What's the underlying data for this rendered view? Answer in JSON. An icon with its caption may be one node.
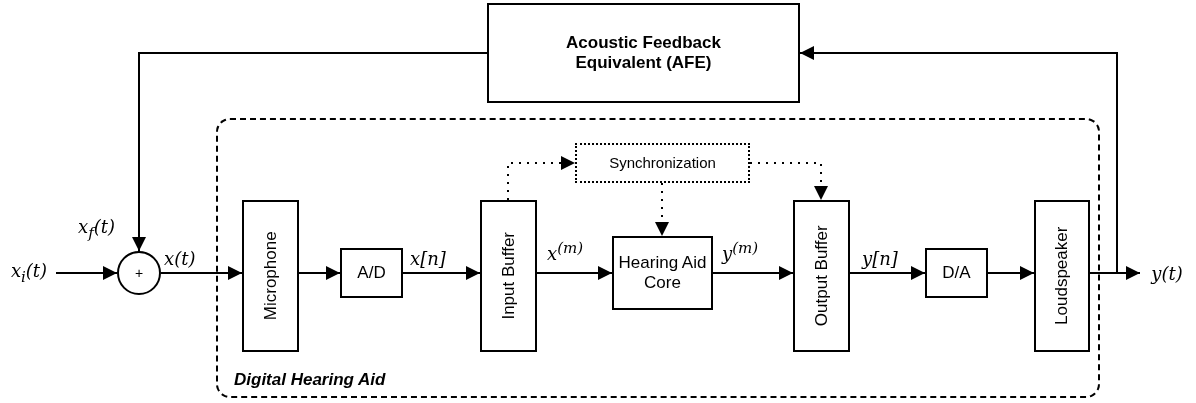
{
  "diagram": {
    "nodes": [
      {
        "text": [
          "Acoustic Feedback Equivalent (AFE)"
        ]
      },
      {
        "text": [
          "Digital Hearing Aid"
        ]
      },
      {
        "text": [
          "x$_{i}$(t)"
        ]
      },
      {
        "text": [
          "+"
        ]
      },
      {
        "text": [
          "Microphone"
        ],
        "in": 1
      },
      {
        "text": [
          "A/D"
        ],
        "in": 1
      },
      {
        "text": [
          "Input Buffer"
        ],
        "in": 1
      },
      {
        "text": [
          "Synchronization"
        ],
        "in": 1
      },
      {
        "text": [
          "Hearing Aid Core"
        ],
        "in": 1
      },
      {
        "text": [
          "Output Buffer"
        ],
        "in": 1
      },
      {
        "text": [
          "D/A"
        ],
        "in": 1
      },
      {
        "text": [
          "Loudspeaker"
        ],
        "in": 1
      },
      {
        "text": [
          "y(t)"
        ]
      }
    ],
    "edges": [
      {
        "from": 0,
        "to": 3,
        "arrow": "to",
        "label": "x$_{f}$(t)"
      },
      {
        "from": 2,
        "to": 3,
        "arrow": "to"
      },
      {
        "from": 3,
        "to": 4,
        "arrow": "to",
        "label": "x(t)"
      },
      {
        "from": 4,
        "to": 5,
        "arrow": "to"
      },
      {
        "from": 5,
        "to": 6,
        "arrow": "to",
        "label": "x[n]"
      },
      {
        "from": 6,
        "to": 8,
        "arrow": "to",
        "label": "x$^{(m)}$"
      },
      {
        "from": 8,
        "to": 9,
        "arrow": "to",
        "label": "y$^{(m)}$"
      },
      {
        "from": 9,
        "to": 10,
        "arrow": "to",
        "label": "y[n]"
      },
      {
        "from": 10,
        "to": 11,
        "arrow": "to"
      },
      {
        "from": 11,
        "to": 12,
        "arrow": "to"
      },
      {
        "from": 11,
        "to": 0,
        "arrow": "to"
      },
      {
        "from": 6,
        "to": 7,
        "arrow": "to",
        "style": "dashed"
      },
      {
        "from": 7,
        "to": 8,
        "arrow": "to",
        "style": "dashed"
      },
      {
        "from": 7,
        "to": 9,
        "arrow": "to",
        "style": "dashed"
      }
    ]
  }
}
